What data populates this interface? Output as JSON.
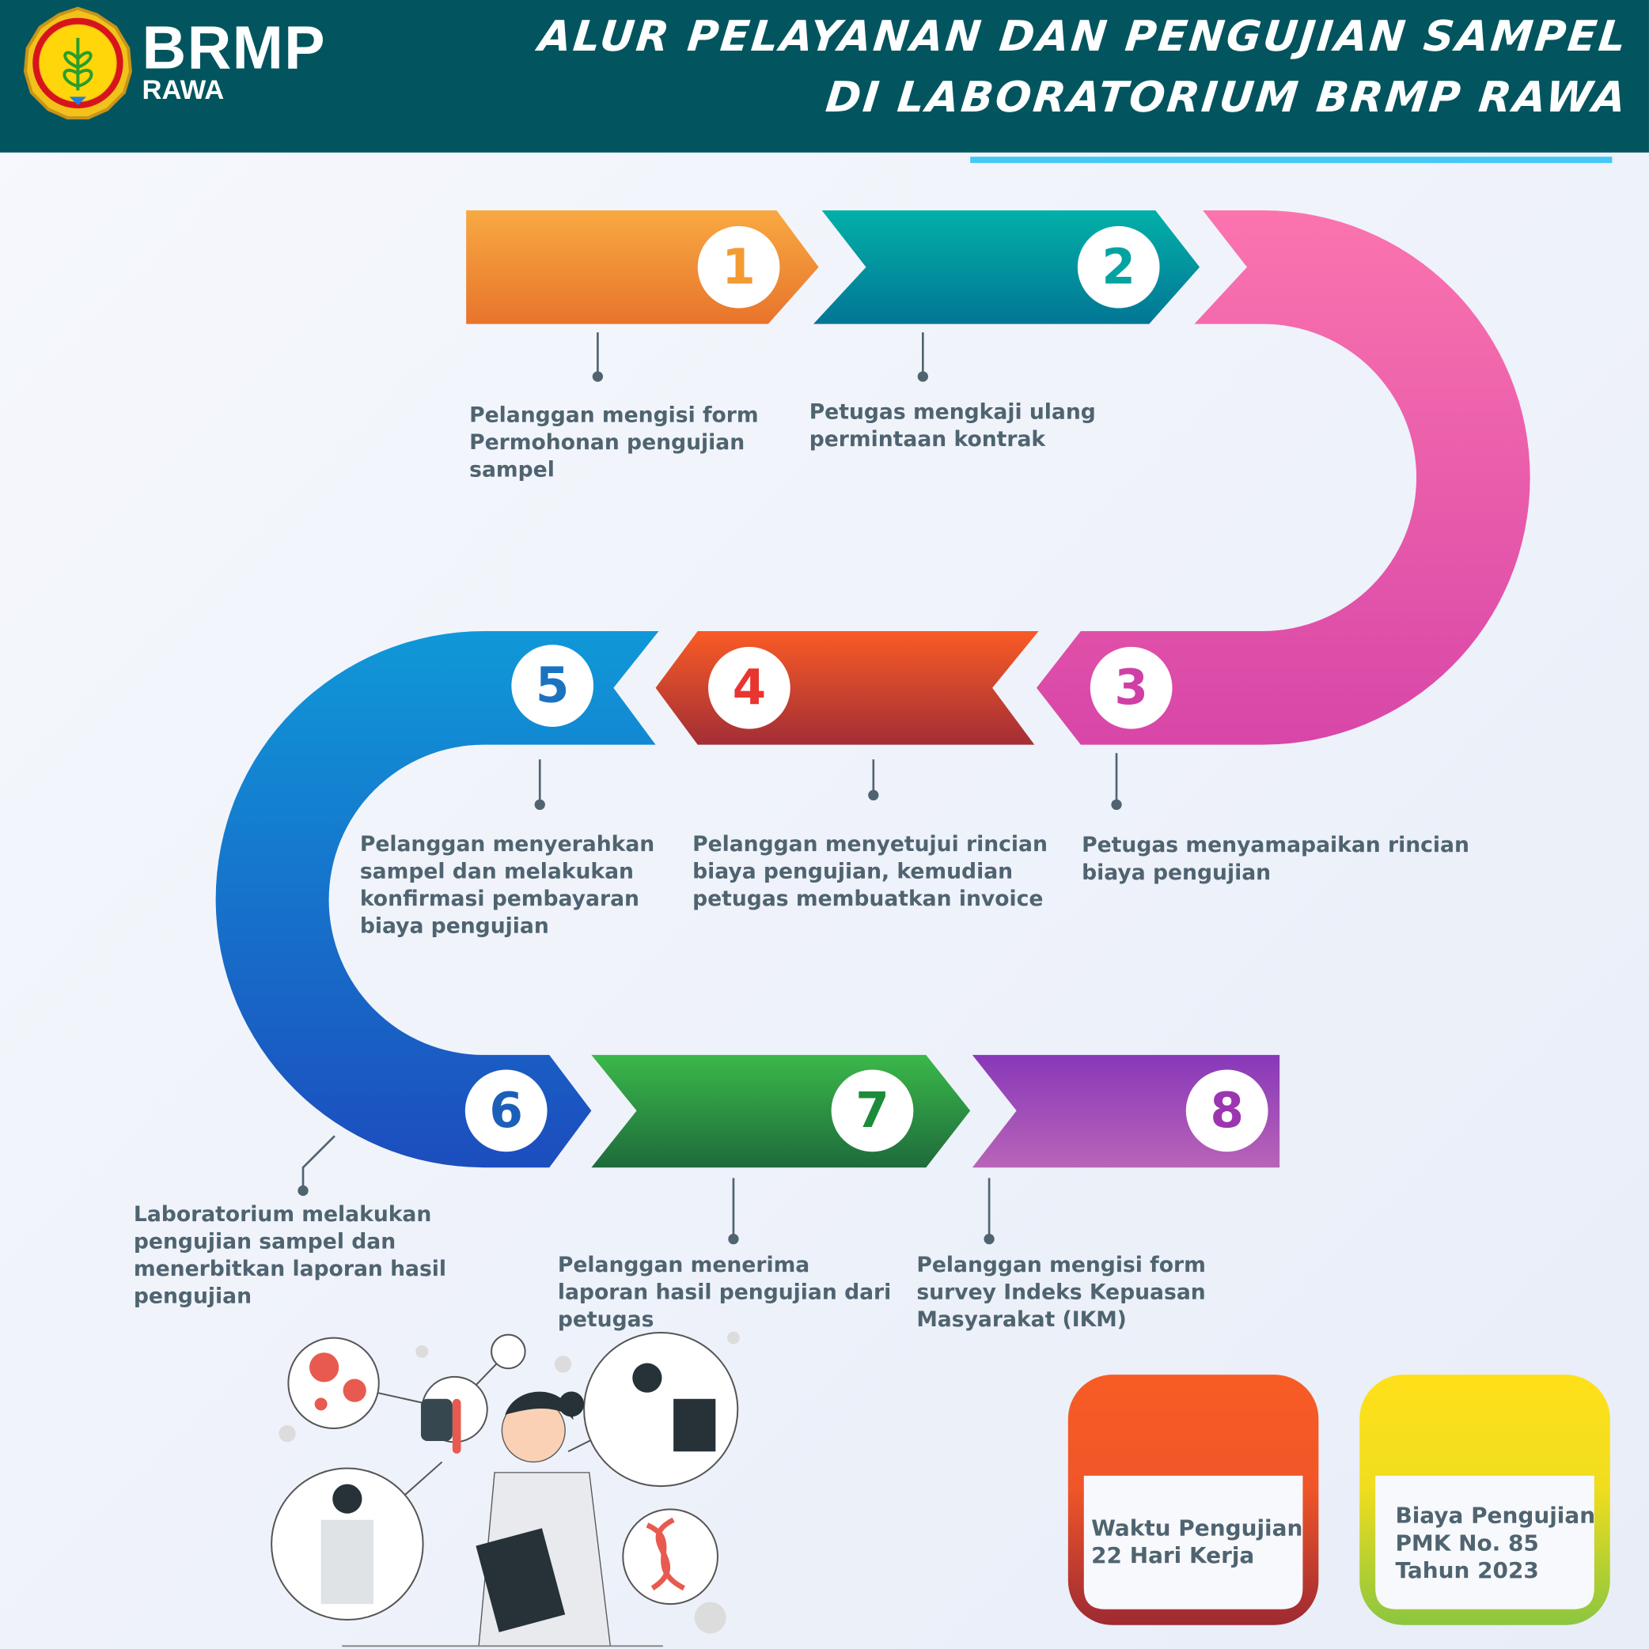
{
  "header": {
    "brand": "BRMP",
    "brand_sub": "RAWA",
    "title_line1": "ALUR PELAYANAN DAN PENGUJIAN SAMPEL",
    "title_line2": "DI LABORATORIUM BRMP RAWA"
  },
  "steps": [
    {
      "number": "1",
      "text": "Pelanggan mengisi form Permohonan pengujian sampel",
      "color": "#f39a32"
    },
    {
      "number": "2",
      "text": "Petugas mengkaji ulang permintaan kontrak",
      "color": "#04a3a0"
    },
    {
      "number": "3",
      "text": "Petugas menyamapaikan rincian biaya pengujian",
      "color": "#cf3fa5"
    },
    {
      "number": "4",
      "text": "Pelanggan menyetujui rincian biaya pengujian, kemudian petugas membuatkan invoice",
      "color": "#e8352f"
    },
    {
      "number": "5",
      "text": "Pelanggan menyerahkan sampel dan melakukan konfirmasi pembayaran biaya pengujian",
      "color": "#1b73c0"
    },
    {
      "number": "6",
      "text": "Laboratorium melakukan pengujian sampel dan menerbitkan laporan hasil pengujian",
      "color": "#1b5fb8"
    },
    {
      "number": "7",
      "text": "Pelanggan menerima laporan hasil pengujian dari petugas",
      "color": "#1d8c3a"
    },
    {
      "number": "8",
      "text": "Pelanggan mengisi form survey Indeks Kepuasan Masyarakat (IKM)",
      "color": "#9b36b0"
    }
  ],
  "info_boxes": [
    {
      "line1": "Waktu Pengujian",
      "line2": "22 Hari Kerja"
    },
    {
      "line1": "Biaya Pengujian",
      "line2": "PMK No. 85",
      "line3": "Tahun 2023"
    }
  ]
}
